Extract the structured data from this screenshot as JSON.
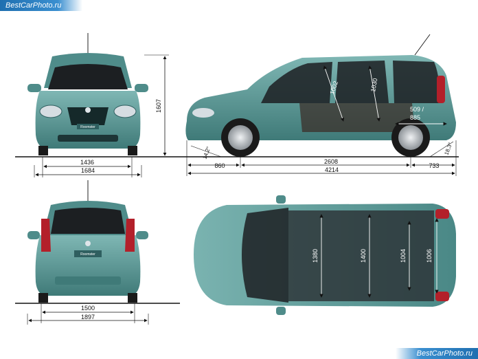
{
  "watermark": {
    "top": "BestCarPhoto.ru",
    "bottom": "BestCarPhoto.ru"
  },
  "front_view": {
    "height": "1607",
    "track": "1436",
    "width": "1684",
    "badge": "Roomster"
  },
  "side_view": {
    "approach_angle": "14,2°",
    "front_overhang": "860",
    "wheelbase": "2608",
    "rear_overhang": "733",
    "length": "4214",
    "departure_angle": "18,3°",
    "front_headroom": "1002",
    "rear_headroom": "1030",
    "boot_length": "509 /",
    "boot_length_max": "885"
  },
  "rear_view": {
    "track": "1500",
    "width": "1897",
    "badge": "Roomster"
  },
  "top_view": {
    "front_shoulder": "1380",
    "rear_shoulder": "1400",
    "boot_width": "1004",
    "rear_width": "1006"
  },
  "colors": {
    "body": "#5e9c9a",
    "body_dark": "#2f5f60",
    "glass": "#1c1f22",
    "tire": "#1a1a1a",
    "rim": "#c9cdd1",
    "tail_light": "#b3202a",
    "line": "#111111"
  }
}
